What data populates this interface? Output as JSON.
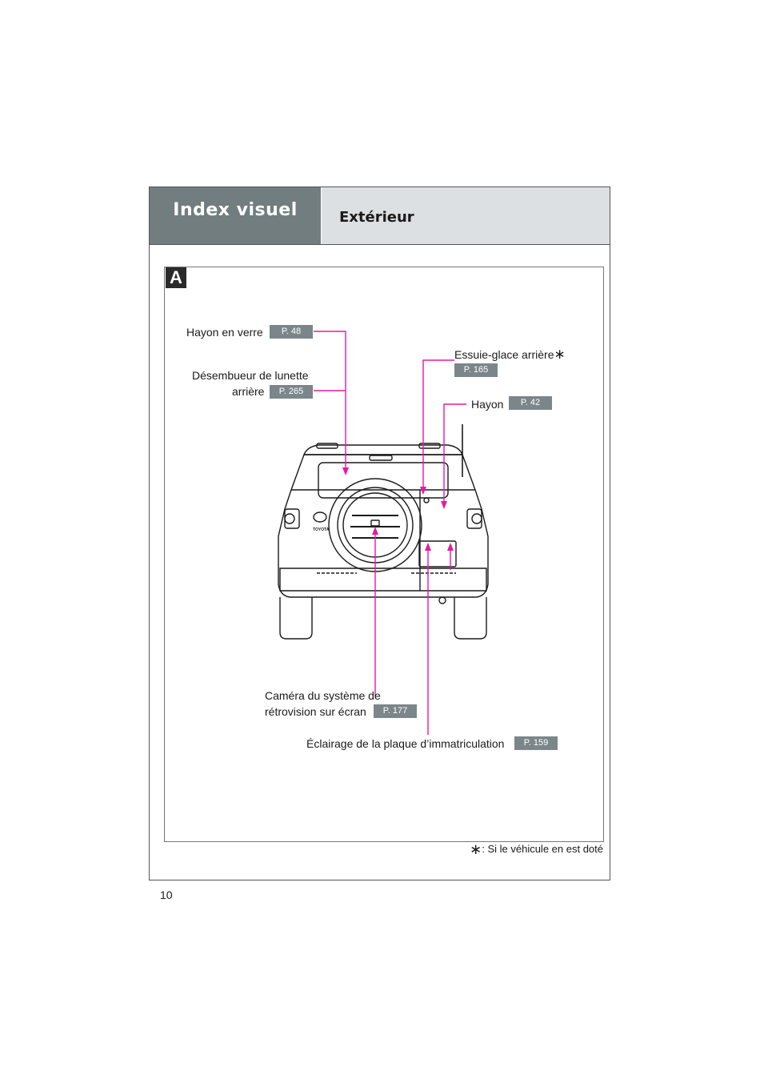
{
  "header": {
    "section_title": "Index visuel",
    "subsection_title": "Extérieur"
  },
  "panel": {
    "tag": "A"
  },
  "callouts": [
    {
      "label": "Hayon en verre",
      "ref": "P. 48"
    },
    {
      "label_line1": "Désembueur de lunette",
      "label_line2": "arrière",
      "ref": "P. 265"
    },
    {
      "label": "Essuie-glace arrière",
      "asterisk": "∗",
      "ref": "P. 165"
    },
    {
      "label": "Hayon",
      "ref": "P. 42"
    },
    {
      "label_line1": "Caméra du système de",
      "label_line2": "rétrovision sur écran",
      "ref": "P. 177"
    },
    {
      "label": "Éclairage de la plaque d’immatriculation",
      "ref": "P. 159"
    }
  ],
  "vehicle": {
    "badge_text": "TOYOTA"
  },
  "footnote": {
    "symbol": "∗",
    "text": ": Si le véhicule en est doté"
  },
  "page_number": "10",
  "colors": {
    "leader_lines": "#e8199c",
    "header_dark": "#717d7f",
    "header_light": "#dde0e2",
    "ref_badge": "#7b868a"
  }
}
